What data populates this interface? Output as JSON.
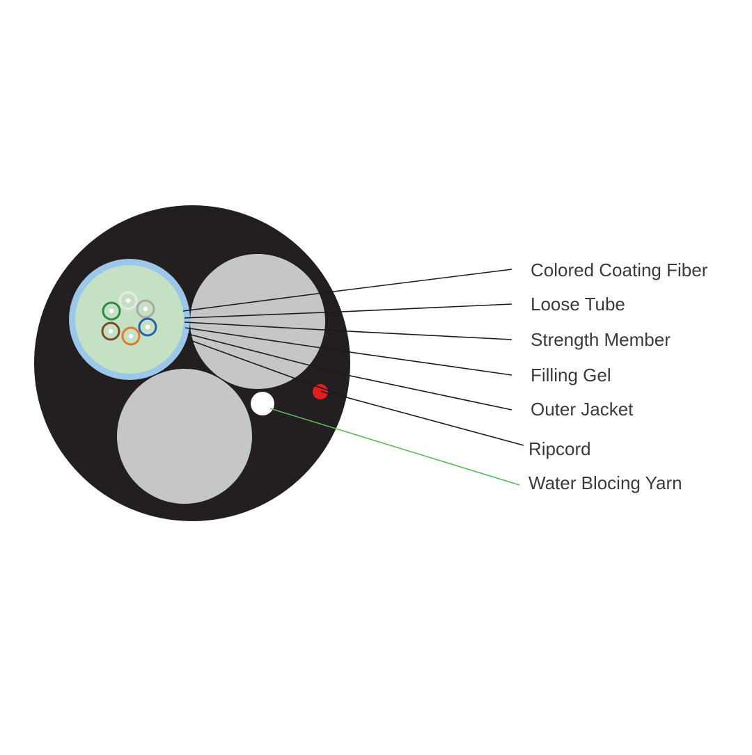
{
  "labels": {
    "colored_coating_fiber": "Colored Coating Fiber",
    "loose_tube": "Loose Tube",
    "strength_member": "Strength Member",
    "filling_gel": "Filling Gel",
    "outer_jacket": "Outer Jacket",
    "ripcord": "Ripcord",
    "water_blocking_yarn": "Water Blocing Yarn"
  },
  "colors": {
    "jacket": "#231f20",
    "filler": "#c5c6c8",
    "tube_ring": "#9cc7ea",
    "gel": "#c4e1c4",
    "ripcord": "#e02020",
    "yarn": "#ffffff",
    "leader": "#1a1a1a",
    "yarn_leader": "#5cb85c",
    "label_text": "#3a3a3a",
    "fibers": [
      "#2e8b3e",
      "#e8e8e8",
      "#a9a9a9",
      "#2b5fa8",
      "#e07a2a",
      "#7a4a2a"
    ]
  }
}
